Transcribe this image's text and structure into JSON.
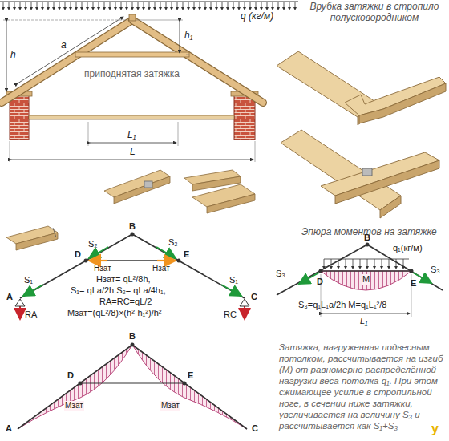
{
  "diagram": {
    "labels": [
      "q (кг/м)",
      "Врубка затяжки в стропило полусковородником",
      "h",
      "h₁",
      "a",
      "приподнятая затяжка",
      "L₁",
      "L",
      "S₂",
      "S₂",
      "B",
      "D",
      "E",
      "Hзат",
      "Hзат",
      "S₁",
      "S₁",
      "A",
      "C",
      "RA",
      "RC",
      "Hзат= qL²/8h,",
      "S₁= qLa/2h S₂= qLa/4h₁,",
      "RA=RC=qL/2",
      "Mзат=(qL²/8)×(h²-h₁²)/h²",
      "Эпюра моментов на затяжке",
      "B",
      "q₁(кг/м)",
      "S₃",
      "S₃",
      "D",
      "E",
      "M",
      "S₃=q₁L₁a/2h M=q₁L₁²/8",
      "L₁",
      "Затяжка, нагруженная подвесным потолком, рассчитывается на изгиб (М) от равномерно распределённой нагрузки веса потолка q₁. При этом сжимающее усилие в стропильной ноге, в сечении ниже затяжки, увеличивается на величину S₃ и рассчитывается как S₁+S₃",
      "B",
      "D",
      "E",
      "A",
      "C",
      "Mзат",
      "Mзат",
      "y"
    ]
  }
}
